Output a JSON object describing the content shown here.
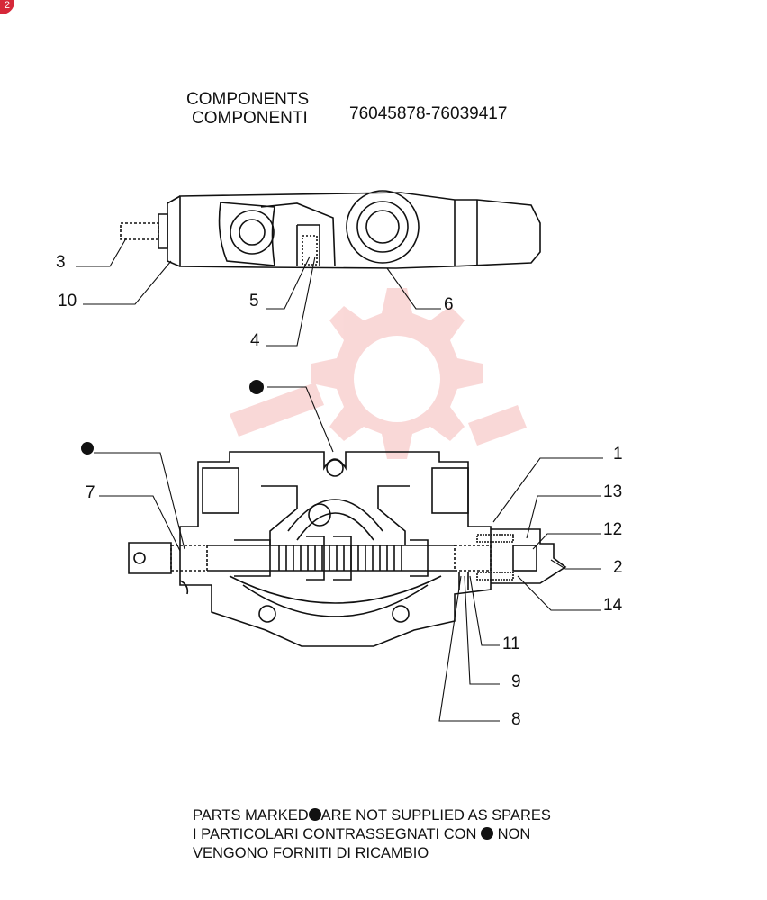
{
  "header": {
    "title_en": "COMPONENTS",
    "title_it": "COMPONENTI",
    "part_code": "76045878-76039417"
  },
  "page_badge": "2",
  "callouts": [
    "1",
    "2",
    "3",
    "4",
    "5",
    "6",
    "7",
    "8",
    "9",
    "10",
    "11",
    "12",
    "13",
    "14"
  ],
  "notes": {
    "line1_a": "PARTS MARKED",
    "line1_b": "ARE NOT SUPPLIED AS SPARES",
    "line2_a": "I  PARTICOLARI  CONTRASSEGNATI  CON",
    "line2_b": "NON",
    "line3": "VENGONO FORNITI DI RICAMBIO"
  },
  "colors": {
    "ink": "#111111",
    "watermark": "#f08c8c",
    "badge": "#d62839"
  }
}
